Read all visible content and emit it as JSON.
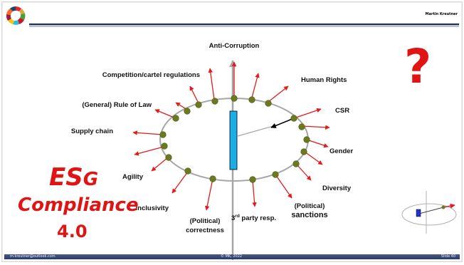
{
  "header": {
    "author": "Martin Kreutner",
    "logo_icon": "sdg-color-wheel-icon"
  },
  "title": {
    "esg_main": "ES",
    "esg_g": "G",
    "compliance": "Compliance",
    "version": "4.0",
    "color": "#e11414"
  },
  "question_mark": "?",
  "diagram": {
    "labels": {
      "anti_corruption": "Anti-Corruption",
      "competition": "Competition/cartel regulations",
      "human_rights": "Human Rights",
      "rule_of_law": "(General) Rule of Law",
      "csr": "CSR",
      "supply_chain": "Supply chain",
      "gender": "Gender",
      "agility": "Agility",
      "diversity": "Diversity",
      "inclusivity": "Inclusivity",
      "political_correctness_1": "(Political)",
      "political_correctness_2": "correctness",
      "third_party_num": "3",
      "third_party_sup": "rd",
      "third_party_rest": " party resp.",
      "sanctions_1": "(Political)",
      "sanctions_2": "sanctions"
    },
    "colors": {
      "ring": "#a6a6a6",
      "node": "#6b7a1e",
      "arrow": "#e31b1b",
      "bar": "#1aaee8",
      "axis": "#a6a6a6"
    }
  },
  "footer": {
    "email": "m.kreutner@outlook.com",
    "copyright": "© MK, 2022",
    "slide": "Slide 40"
  }
}
